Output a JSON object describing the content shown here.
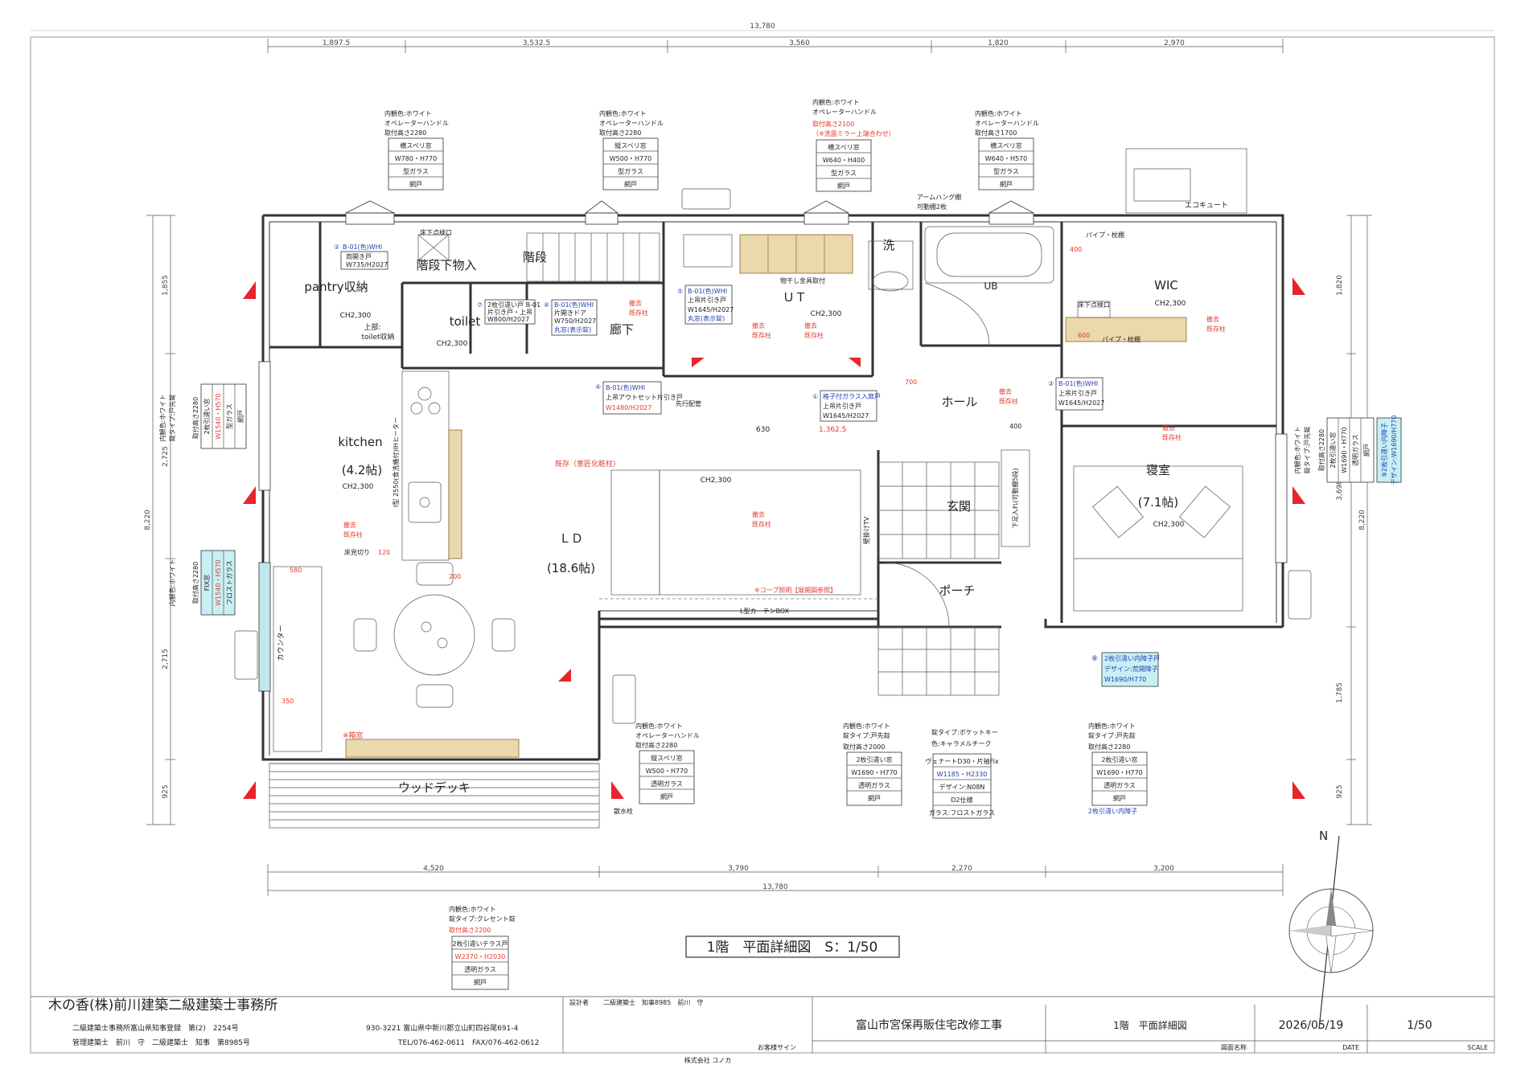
{
  "dims": {
    "top_total": "13,780",
    "top": [
      "1,897.5",
      "3,532.5",
      "3,560",
      "1,820",
      "2,970"
    ],
    "bottom_total": "13,780",
    "bottom": [
      "4,520",
      "3,790",
      "2,270",
      "3,200"
    ],
    "left_total": "8,220",
    "left": [
      "1,855",
      "2,725",
      "2,715",
      "925"
    ],
    "right_total": "8,220",
    "right": [
      "1,820",
      "3,690",
      "1,785",
      "925"
    ]
  },
  "rooms": {
    "pantry": "pantry収納",
    "toilet": "toilet",
    "stair_under": "階段下物入",
    "stair": "階段",
    "corridor": "廊下",
    "ut": "ＵＴ",
    "wash": "洗",
    "ub": "UB",
    "wic": "WIC",
    "hall": "ホール",
    "kitchen": "kitchen",
    "kitchen_size": "(4.2帖)",
    "ld": "ＬＤ",
    "ld_size": "(18.6帖)",
    "genkan": "玄関",
    "porch": "ポーチ",
    "bedroom": "寝室",
    "bedroom_size": "(7.1帖)",
    "deck": "ウッドデッキ",
    "counter": "カウンター",
    "ecocute": "エコキュート"
  },
  "ceiling": "CH2,300",
  "window_top": [
    {
      "c": "内観色:ホワイト",
      "h": "オペレーターハンドル",
      "m": "取付高さ2280",
      "cells": [
        "横スベリ窓",
        "W780・H770",
        "型ガラス",
        "網戸"
      ]
    },
    {
      "c": "内観色:ホワイト",
      "h": "オペレーターハンドル",
      "m": "取付高さ2280",
      "cells": [
        "縦スベリ窓",
        "W500・H770",
        "型ガラス",
        "網戸"
      ]
    },
    {
      "c": "内観色:ホワイト",
      "h": "オペレーターハンドル",
      "m": "取付高さ2100",
      "m2": "（※洗面ミラー上端合わせ）",
      "cells": [
        "横スベリ窓",
        "W640・H400",
        "型ガラス",
        "網戸"
      ]
    },
    {
      "c": "内観色:ホワイト",
      "h": "オペレーターハンドル",
      "m": "取付高さ1700",
      "cells": [
        "横スベリ窓",
        "W640・H570",
        "型ガラス",
        "網戸"
      ]
    }
  ],
  "window_bottom": [
    {
      "c": "内観色:ホワイト",
      "h": "オペレーターハンドル",
      "m": "取付高さ2280",
      "cells": [
        "縦スベリ窓",
        "W500・H770",
        "透明ガラス",
        "網戸"
      ]
    },
    {
      "c": "内観色:ホワイト",
      "h": "錠タイプ:戸先錠",
      "m": "取付高さ2000",
      "cells": [
        "2枚引違い窓",
        "W1690・H770",
        "透明ガラス",
        "網戸"
      ]
    },
    {
      "c": "錠タイプ:ポケットキー",
      "h": "色:キャラメルチーク",
      "m": "",
      "cells": [
        "ヴェナートD30・片袖Fix",
        "W1185・H2330",
        "デザイン:N08N",
        "D2仕様",
        "ガラス:フロストガラス"
      ]
    },
    {
      "c": "内観色:ホワイト",
      "h": "錠タイプ:戸先錠",
      "m": "取付高さ2280",
      "cells": [
        "2枚引違い窓",
        "W1690・H770",
        "透明ガラス",
        "網戸"
      ],
      "extra": "2枚引違い内障子"
    }
  ],
  "window_lower_center": {
    "c": "内観色:ホワイト",
    "h": "錠タイプ:クレセント錠",
    "m": "取付高さ2200",
    "cells": [
      "2枚引違いテラス戸",
      "W2370・H2030",
      "透明ガラス",
      "網戸"
    ]
  },
  "window_left1": {
    "c": "内観色:ホワイト",
    "h": "錠タイプ:戸先錠",
    "m": "取付高さ2280",
    "cells": [
      "2枚引違い窓",
      "W1540・H570",
      "型ガラス",
      "網戸"
    ]
  },
  "window_left2": {
    "c": "内観色:ホワイト",
    "m": "取付高さ2280",
    "cells": [
      "FIX窓",
      "W1540・H570",
      "フロストガラス"
    ]
  },
  "window_right": {
    "c": "内観色:ホワイト",
    "h": "錠タイプ:戸先錠",
    "m": "取付高さ2280",
    "cells": [
      "2枚引違い窓",
      "W1690・H770",
      "透明ガラス",
      "網戸"
    ],
    "tag": "⑨2枚引違い内障子",
    "tag2": "デザイン:W1690/H770"
  },
  "doors": [
    {
      "n": "②",
      "code": "B-01(色)WHI",
      "t": "両開き戸",
      "s": "W735/H2027"
    },
    {
      "n": "⑦",
      "code": "2枚引違い戸 B-01",
      "t": "片引き戸・上吊",
      "s": "W800/H2027"
    },
    {
      "n": "⑥",
      "code": "B-01(色)WHI",
      "t": "片開きドア",
      "s": "W750/H2027",
      "x": "丸窓(表示錠)"
    },
    {
      "n": "⑤",
      "code": "B-01(色)WHI",
      "t": "上吊片引き戸",
      "s": "W1645/H2027",
      "x": "丸窓(表示錠)"
    },
    {
      "n": "④",
      "code": "B-01(色)WHI",
      "t": "上吊アウトセット片引き戸",
      "s": "W1480/H2027"
    },
    {
      "n": "①",
      "code": "格子付ガラス入扉戸",
      "t": "上吊片引き戸",
      "s": "W1645/H2027"
    },
    {
      "n": "③",
      "code": "B-01(色)WHI",
      "t": "上吊片引き戸",
      "s": "W1645/H2027"
    },
    {
      "n": "⑧",
      "code": "2枚引違い内障子戸",
      "t": "デザイン:荒間障子",
      "s": "W1690/H770"
    }
  ],
  "notes": {
    "remove_col": "撤去",
    "existing_col": "既存柱",
    "existing_beam": "既存（意匠化粧柱）",
    "cove": "※コーブ照明【展開図参照】",
    "curtain": "L型カーテンBOX",
    "box_window": "※箱窓",
    "floor_insp": "床見切り",
    "stair_insp": "床下点検口",
    "pipe": "先行配管",
    "arm": "アームハング棚",
    "arm2": "可動棚2枚",
    "rain": "散水栓",
    "kitchen_type": "I型 2550(食洗機付)IHヒーター",
    "shoes": "下足入れ(可動棚5段)",
    "tv": "壁掛けTV",
    "pipe_shelf": "パイプ・枕棚",
    "dryer": "物干し金具取付",
    "kahen": "可動棚",
    "upper": "上部:",
    "upper2": "toilet収納",
    "n1362": "1,362.5",
    "n630": "630",
    "n400": "400",
    "n600": "600",
    "n200": "200",
    "n580": "580",
    "n350": "350",
    "n120": "120",
    "n700": "700"
  },
  "north": "N",
  "title": "1階　平面詳細図　S：1/50",
  "titleblock": {
    "company": "木の香(株)前川建築二級建築士事務所",
    "reg1": "二級建築士事務所富山県知事登録　第(2)　2254号",
    "reg2": "管理建築士　前川　守　二級建築士　知事　第8985号",
    "address": "930-3221 富山県中新川郡立山町四谷尾691-4",
    "tel": "TEL/076-462-0611　FAX/076-462-0612",
    "designer_lbl": "設計者",
    "designer": "二級建築士　知事8985　前川　守",
    "client_lbl": "お客様サイン",
    "project": "富山市宮保再販住宅改修工事",
    "drawing": "1階　平面詳細図",
    "drawing_lbl": "図面名称",
    "date": "2026/05/19",
    "date_lbl": "DATE",
    "scale": "1/50",
    "scale_lbl": "SCALE",
    "footer": "株式会社 コノカ"
  }
}
